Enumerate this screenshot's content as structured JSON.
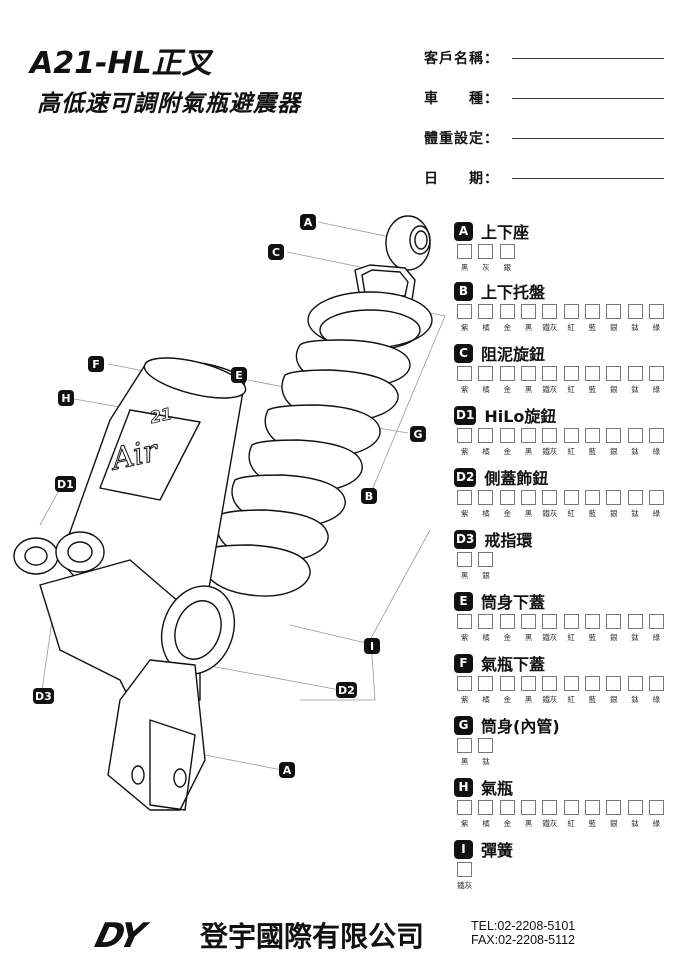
{
  "header": {
    "title": "A21-HL正叉",
    "subtitle": "高低速可調附氣瓶避震器"
  },
  "form": {
    "fields": [
      {
        "label": "客戶名稱：",
        "value": ""
      },
      {
        "label": "車　　種：",
        "value": ""
      },
      {
        "label": "體重設定：",
        "value": ""
      },
      {
        "label": "日　　期：",
        "value": ""
      }
    ]
  },
  "diagram": {
    "product_text": "Air",
    "product_number": "21",
    "callouts": [
      {
        "id": "A",
        "label": "A"
      },
      {
        "id": "C",
        "label": "C"
      },
      {
        "id": "F",
        "label": "F"
      },
      {
        "id": "E",
        "label": "E"
      },
      {
        "id": "H",
        "label": "H"
      },
      {
        "id": "G",
        "label": "G"
      },
      {
        "id": "D1",
        "label": "D1"
      },
      {
        "id": "B",
        "label": "B"
      },
      {
        "id": "I",
        "label": "I"
      },
      {
        "id": "D2",
        "label": "D2"
      },
      {
        "id": "D3",
        "label": "D3"
      },
      {
        "id": "A2",
        "label": "A"
      }
    ]
  },
  "parts": [
    {
      "badge": "A",
      "name": "上下座",
      "options": [
        "黑",
        "灰",
        "銀"
      ]
    },
    {
      "badge": "B",
      "name": "上下托盤",
      "options": [
        "紫",
        "橘",
        "金",
        "黑",
        "鐵灰",
        "紅",
        "藍",
        "銀",
        "鈦",
        "綠"
      ]
    },
    {
      "badge": "C",
      "name": "阻泥旋鈕",
      "options": [
        "紫",
        "橘",
        "金",
        "黑",
        "鐵灰",
        "紅",
        "藍",
        "銀",
        "鈦",
        "綠"
      ]
    },
    {
      "badge": "D1",
      "name": "HiLo旋鈕",
      "options": [
        "紫",
        "橘",
        "金",
        "黑",
        "鐵灰",
        "紅",
        "藍",
        "銀",
        "鈦",
        "綠"
      ]
    },
    {
      "badge": "D2",
      "name": "側蓋飾鈕",
      "options": [
        "紫",
        "橘",
        "金",
        "黑",
        "鐵灰",
        "紅",
        "藍",
        "銀",
        "鈦",
        "綠"
      ]
    },
    {
      "badge": "D3",
      "name": "戒指環",
      "options": [
        "黑",
        "銀"
      ]
    },
    {
      "badge": "E",
      "name": "筒身下蓋",
      "options": [
        "紫",
        "橘",
        "金",
        "黑",
        "鐵灰",
        "紅",
        "藍",
        "銀",
        "鈦",
        "綠"
      ]
    },
    {
      "badge": "F",
      "name": "氣瓶下蓋",
      "options": [
        "紫",
        "橘",
        "金",
        "黑",
        "鐵灰",
        "紅",
        "藍",
        "銀",
        "鈦",
        "綠"
      ]
    },
    {
      "badge": "G",
      "name": "筒身(內管)",
      "options": [
        "黑",
        "鈦"
      ]
    },
    {
      "badge": "H",
      "name": "氣瓶",
      "options": [
        "紫",
        "橘",
        "金",
        "黑",
        "鐵灰",
        "紅",
        "藍",
        "銀",
        "鈦",
        "綠"
      ]
    },
    {
      "badge": "I",
      "name": "彈簧",
      "options": [
        "鐵灰"
      ]
    }
  ],
  "footer": {
    "logo": "DY",
    "company": "登宇國際有限公司",
    "tel": "TEL:02-2208-5101",
    "fax": "FAX:02-2208-5112"
  }
}
